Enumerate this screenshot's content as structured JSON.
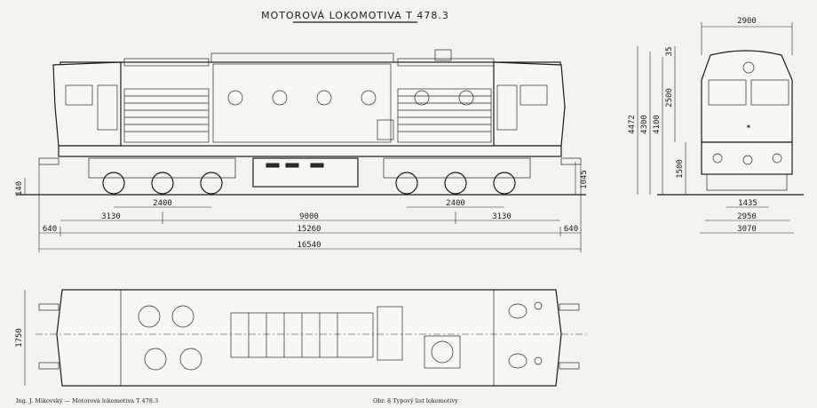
{
  "title": "MOTOROVÁ LOKOMOTIVA T 478.3",
  "side_view": {
    "dims": {
      "bogie_wheelbase_left": "2400",
      "bogie_wheelbase_right": "2400",
      "end_to_pivot_left": "3130",
      "pivot_distance": "9000",
      "end_to_pivot_right": "3130",
      "buffer_left": "640",
      "body_length": "15260",
      "buffer_right": "640",
      "overall_length": "16540",
      "buffer_height_left": "140",
      "buffer_height_right": "1045"
    }
  },
  "front_view": {
    "dims": {
      "top_width": "2900",
      "total_height": "4472",
      "h_4300": "4300",
      "h_4100": "4100",
      "h_2500": "2500",
      "h_35": "35",
      "h_1500": "1500",
      "bogie_width": "1435",
      "frame_width": "2950",
      "overall_width": "3070"
    }
  },
  "plan_view": {
    "dims": {
      "half_width": "1750"
    }
  },
  "captions": {
    "left": "Ing. J. Mikovský — Motorová lokomotiva T 478.3",
    "right": "Obr. 8  Typový list lokomotivy"
  }
}
